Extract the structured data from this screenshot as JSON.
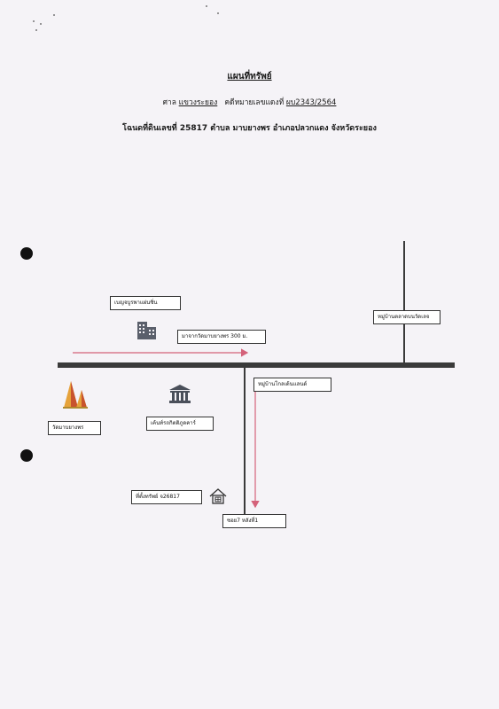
{
  "header": {
    "title": "แผนที่ทรัพย์",
    "court_prefix": "ศาล",
    "court_name": "แขวงระยอง",
    "case_prefix": "คดีหมายเลขแดงที่",
    "case_number": "ผบ2343/2564",
    "deed_line": "โฉนดที่ดินเลขที่ 25817 ตำบล มาบยางพร อำเภอปลวกแดง จังหวัดระยอง"
  },
  "labels": {
    "factory_top": "เบญจบูรพาแผ่นซิ่น",
    "distance_note": "มาจากวัดมาบยางพร 300 ม.",
    "village_right": "หมู่บ้านตลาดบนวัดเลจ",
    "village_center": "หมู่บ้านโกลเด้นแลนด์",
    "temple": "วัดมาบยางพร",
    "bank": "เค้นท์รถกิตติภูดคาร์",
    "property": "ที่ตั้งทรัพย์ จ26817",
    "soi": "ซอย7 หลังที่1"
  },
  "icons": {
    "building": "office-building-icon",
    "temple": "temple-icon",
    "bank": "bank-icon",
    "house": "house-icon"
  },
  "colors": {
    "arrow": "#d4627a",
    "road": "#3a3a3a",
    "building": "#5a5f6b",
    "temple_orange": "#e6a23a",
    "temple_red": "#c8532e"
  }
}
